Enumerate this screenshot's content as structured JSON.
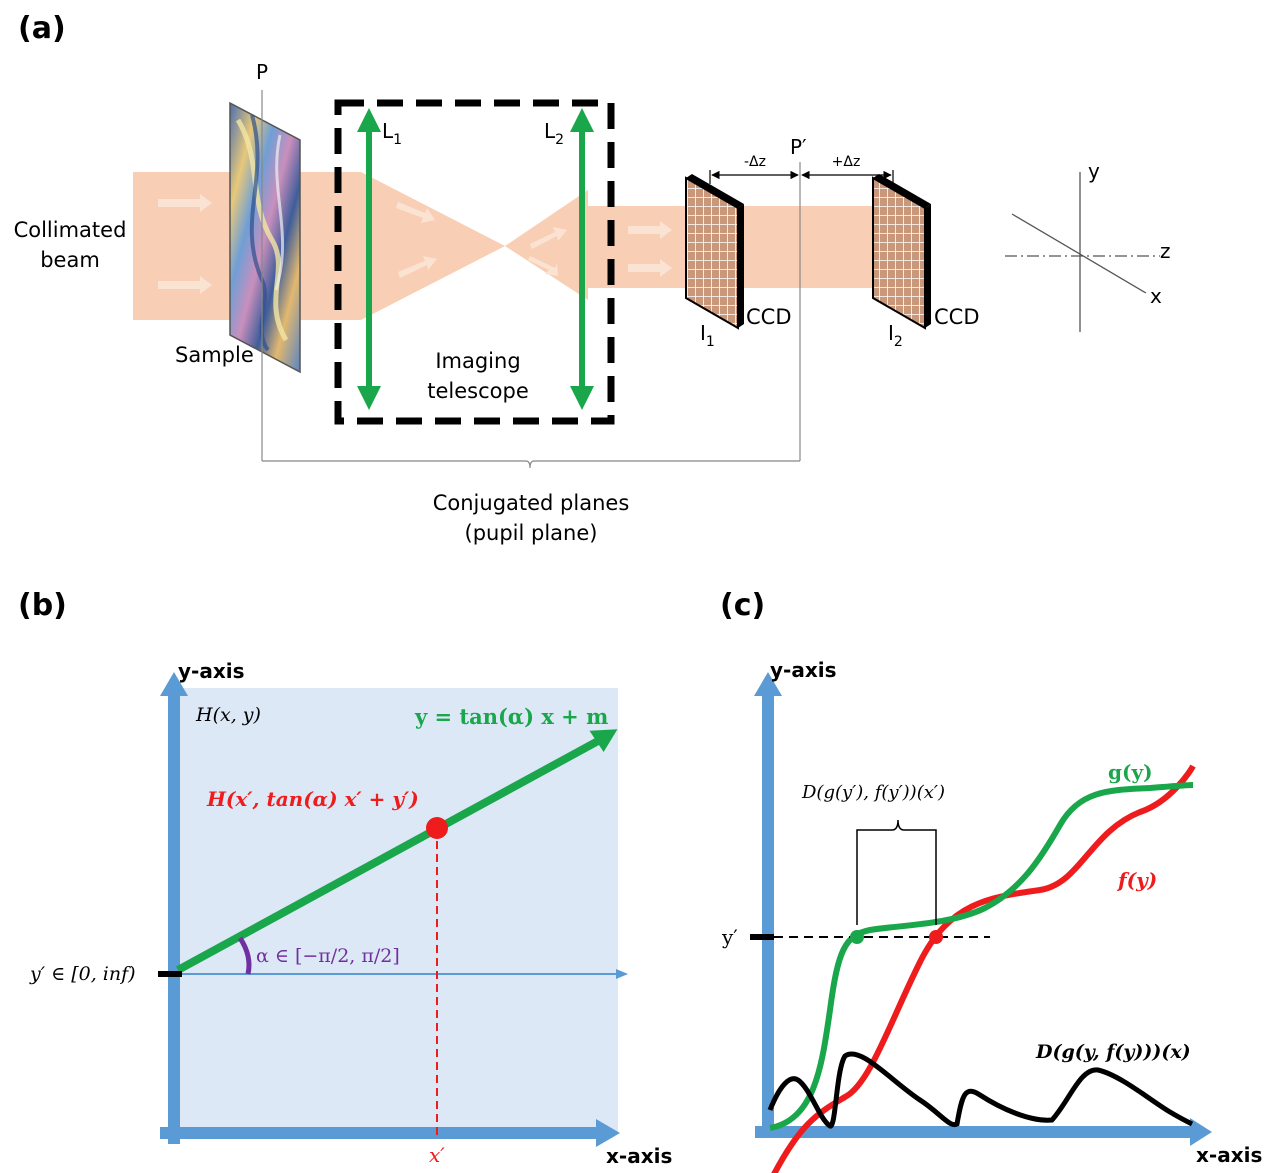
{
  "panel_a": {
    "label": "(a)",
    "plane_p": "P",
    "plane_p_prime": "P′",
    "lens1_main": "L",
    "lens1_sub": "1",
    "lens2_main": "L",
    "lens2_sub": "2",
    "beam_line1": "Collimated",
    "beam_line2": "beam",
    "sample": "Sample",
    "telescope_line1": "Imaging",
    "telescope_line2": "telescope",
    "minus_dz": "-Δz",
    "plus_dz": "+Δz",
    "i1_main": "I",
    "i1_sub": "1",
    "i2_main": "I",
    "i2_sub": "2",
    "ccd1": "CCD",
    "ccd2": "CCD",
    "conj_line1": "Conjugated planes",
    "conj_line2": "(pupil plane)",
    "axis_y": "y",
    "axis_z": "z",
    "axis_x": "x",
    "colors": {
      "beam": "#f8cfb4",
      "lens": "#1aa64a",
      "sensor_fill": "#c9977a"
    }
  },
  "panel_b": {
    "label": "(b)",
    "y_axis": "y-axis",
    "x_axis": "x-axis",
    "h_label": "H(x, y)",
    "line_eq": "y = tan(α) x + m",
    "point_label": "H(x′, tan(α) x′ + y′)",
    "angle_label": "α ∈ [−π/2, π/2]",
    "y_prime": "y′ ∈ [0, inf)",
    "x_prime": "x′",
    "colors": {
      "background": "#dce8f6",
      "axis": "#5b9bd5",
      "line": "#1aa64a",
      "point": "#ee1c1c",
      "angle": "#7030a0"
    }
  },
  "panel_c": {
    "label": "(c)",
    "y_axis": "y-axis",
    "x_axis": "x-axis",
    "d_label": "D(g(y′), f(y′))(x′)",
    "g_label": "g(y)",
    "f_label": "f(y)",
    "big_d": "D(g(y, f(y)))(x)",
    "y_prime": "y′",
    "colors": {
      "g": "#1aa64a",
      "f": "#ee1c1c",
      "d": "#000000",
      "axis": "#5b9bd5"
    }
  }
}
